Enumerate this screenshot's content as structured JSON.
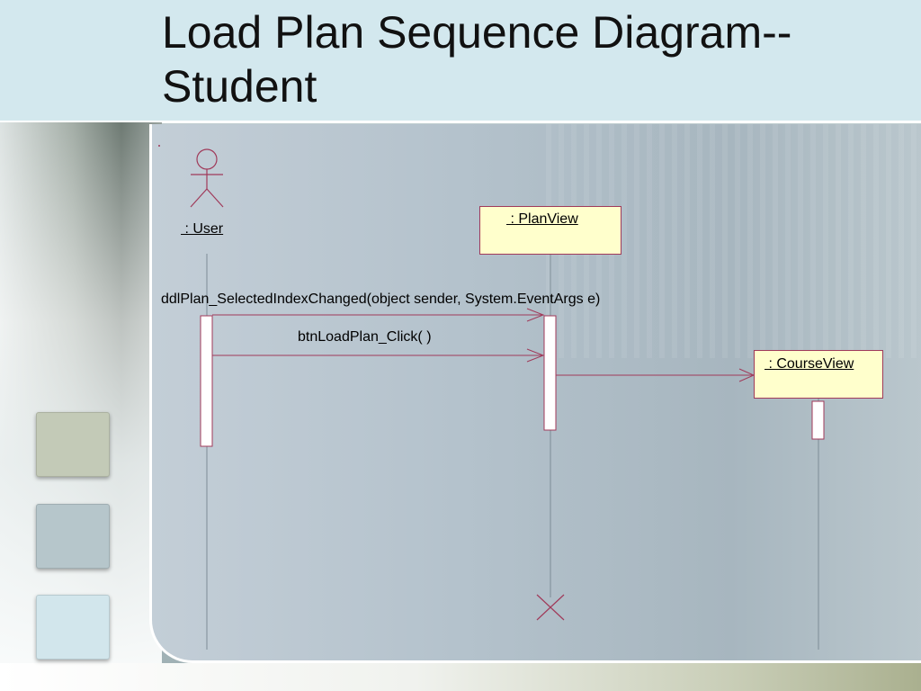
{
  "slide": {
    "title": "Load Plan Sequence Diagram--Student"
  },
  "diagram": {
    "actor": {
      "label": " : User",
      "icon": "stick-figure-icon"
    },
    "objects": [
      {
        "label": " : PlanView"
      },
      {
        "label": " : CourseView"
      }
    ],
    "messages": [
      {
        "label": "ddlPlan_SelectedIndexChanged(object sender, System.EventArgs e)"
      },
      {
        "label": "btnLoadPlan_Click( )"
      }
    ],
    "colors": {
      "line": "#a03a5a",
      "lifeline": "#7d8c96",
      "object_fill": "#ffffcc"
    }
  }
}
